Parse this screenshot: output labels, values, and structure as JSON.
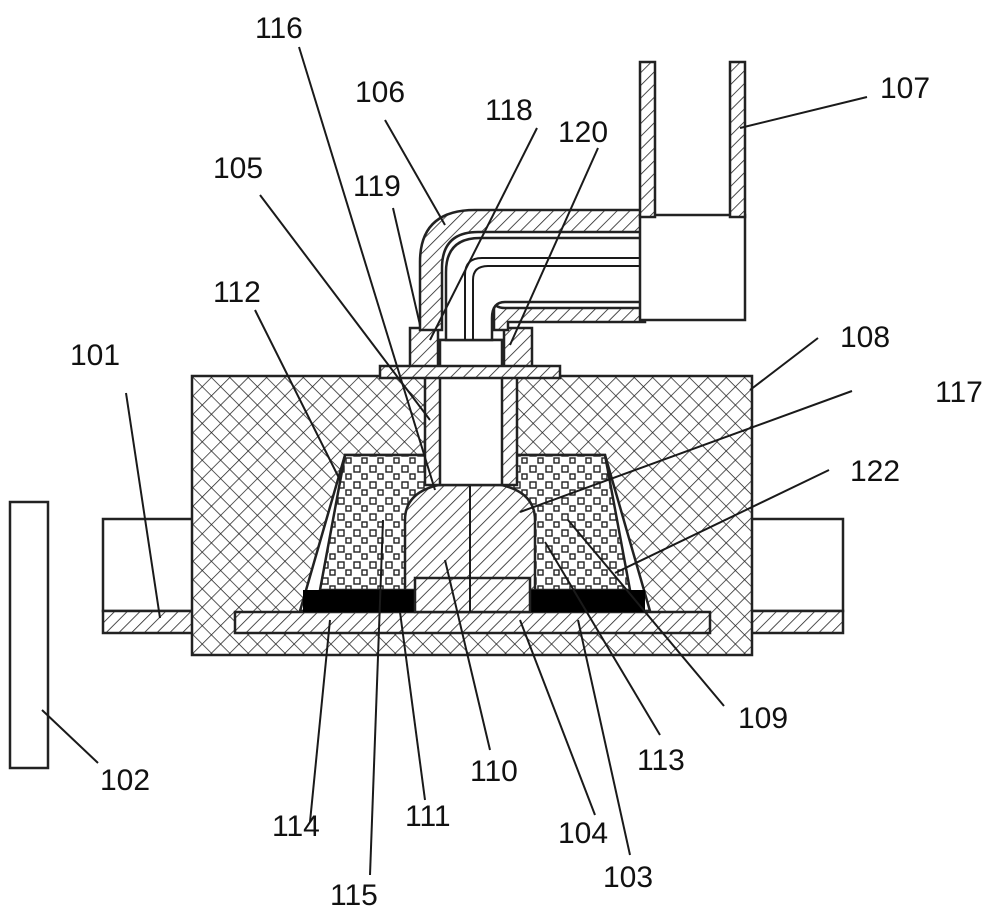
{
  "figure": {
    "labels": [
      {
        "id": "101",
        "text": "101"
      },
      {
        "id": "102",
        "text": "102"
      },
      {
        "id": "103",
        "text": "103"
      },
      {
        "id": "104",
        "text": "104"
      },
      {
        "id": "105",
        "text": "105"
      },
      {
        "id": "106",
        "text": "106"
      },
      {
        "id": "107",
        "text": "107"
      },
      {
        "id": "108",
        "text": "108"
      },
      {
        "id": "109",
        "text": "109"
      },
      {
        "id": "110",
        "text": "110"
      },
      {
        "id": "111",
        "text": "111"
      },
      {
        "id": "112",
        "text": "112"
      },
      {
        "id": "113",
        "text": "113"
      },
      {
        "id": "114",
        "text": "114"
      },
      {
        "id": "115",
        "text": "115"
      },
      {
        "id": "116",
        "text": "116"
      },
      {
        "id": "117",
        "text": "117"
      },
      {
        "id": "118",
        "text": "118"
      },
      {
        "id": "119",
        "text": "119"
      },
      {
        "id": "120",
        "text": "120"
      },
      {
        "id": "122",
        "text": "122"
      }
    ]
  }
}
